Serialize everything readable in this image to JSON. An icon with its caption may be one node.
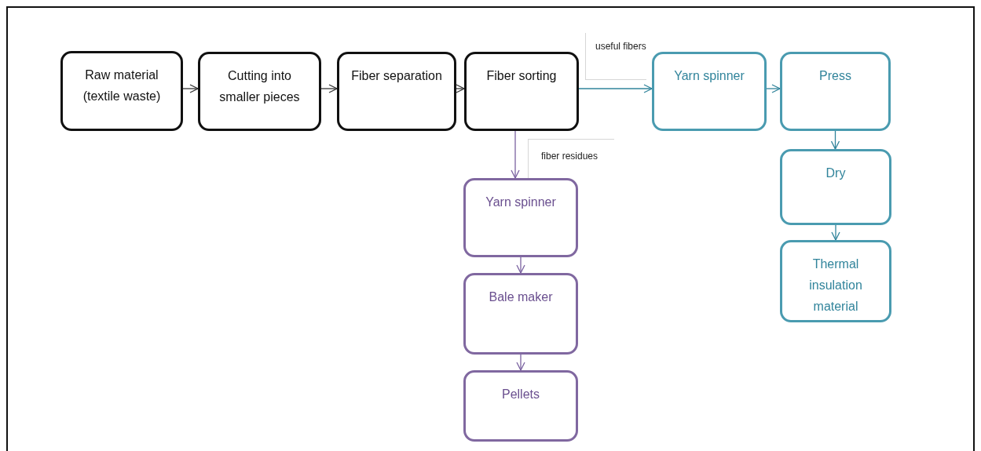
{
  "diagram": {
    "nodes": [
      {
        "text": [
          "Raw material (textile waste)"
        ]
      },
      {
        "text": [
          "Cutting into smaller pieces"
        ]
      },
      {
        "text": [
          "Fiber separation"
        ]
      },
      {
        "text": [
          "Fiber sorting"
        ]
      },
      {
        "text": [
          "Yarn spinner"
        ]
      },
      {
        "text": [
          "Press"
        ]
      },
      {
        "text": [
          "Dry"
        ]
      },
      {
        "text": [
          "Thermal insulation material"
        ]
      },
      {
        "text": [
          "Yarn spinner"
        ]
      },
      {
        "text": [
          "Bale maker"
        ]
      },
      {
        "text": [
          "Pellets"
        ]
      }
    ],
    "edges": [
      {
        "from": 0,
        "to": 1,
        "arrow": "to",
        "color": "#333333"
      },
      {
        "from": 1,
        "to": 2,
        "arrow": "to",
        "color": "#333333"
      },
      {
        "from": 2,
        "to": 3,
        "arrow": "to",
        "color": "#333333"
      },
      {
        "from": 3,
        "to": 4,
        "arrow": "to",
        "label": "useful fibers",
        "color": "#31849b"
      },
      {
        "from": 4,
        "to": 5,
        "arrow": "to",
        "color": "#31849b"
      },
      {
        "from": 5,
        "to": 6,
        "arrow": "to",
        "color": "#31849b"
      },
      {
        "from": 6,
        "to": 7,
        "arrow": "to",
        "color": "#31849b"
      },
      {
        "from": 3,
        "to": 8,
        "arrow": "to",
        "label": "fiber residues",
        "color": "#7a62a0"
      },
      {
        "from": 8,
        "to": 9,
        "arrow": "to",
        "color": "#7a62a0"
      },
      {
        "from": 9,
        "to": 10,
        "arrow": "to",
        "color": "#7a62a0"
      }
    ]
  }
}
